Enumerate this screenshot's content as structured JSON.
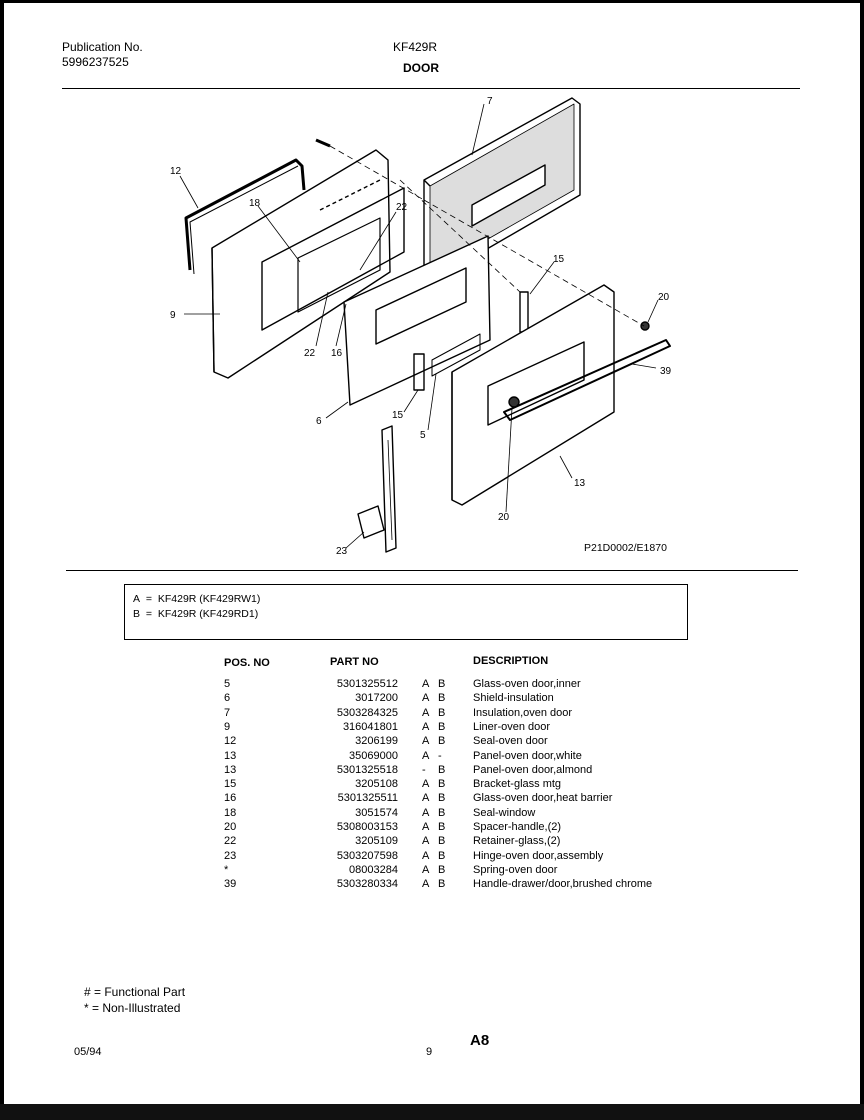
{
  "header": {
    "publication_label": "Publication No.",
    "publication_number": "5996237525",
    "model": "KF429R",
    "section": "DOOR"
  },
  "diagram": {
    "reference": "P21D0002/E1870",
    "callouts": [
      "7",
      "12",
      "18",
      "22",
      "15",
      "20",
      "9",
      "22",
      "16",
      "39",
      "6",
      "15",
      "5",
      "13",
      "20",
      "23"
    ]
  },
  "legend": [
    {
      "key": "A",
      "eq": "=",
      "text": "KF429R (KF429RW1)"
    },
    {
      "key": "B",
      "eq": "=",
      "text": "KF429R (KF429RD1)"
    }
  ],
  "table": {
    "headers": {
      "pos": "POS. NO",
      "part": "PART NO",
      "desc": "DESCRIPTION"
    },
    "rows": [
      {
        "pos": "5",
        "part": "5301325512",
        "a": "A",
        "b": "B",
        "desc": "Glass-oven door,inner"
      },
      {
        "pos": "6",
        "part": "3017200",
        "a": "A",
        "b": "B",
        "desc": "Shield-insulation"
      },
      {
        "pos": "7",
        "part": "5303284325",
        "a": "A",
        "b": "B",
        "desc": "Insulation,oven door"
      },
      {
        "pos": "9",
        "part": "316041801",
        "a": "A",
        "b": "B",
        "desc": "Liner-oven door"
      },
      {
        "pos": "12",
        "part": "3206199",
        "a": "A",
        "b": "B",
        "desc": "Seal-oven door"
      },
      {
        "pos": "13",
        "part": "35069000",
        "a": "A",
        "b": "-",
        "desc": "Panel-oven door,white"
      },
      {
        "pos": "13",
        "part": "5301325518",
        "a": "-",
        "b": "B",
        "desc": "Panel-oven door,almond"
      },
      {
        "pos": "15",
        "part": "3205108",
        "a": "A",
        "b": "B",
        "desc": "Bracket-glass mtg"
      },
      {
        "pos": "16",
        "part": "5301325511",
        "a": "A",
        "b": "B",
        "desc": "Glass-oven door,heat barrier"
      },
      {
        "pos": "18",
        "part": "3051574",
        "a": "A",
        "b": "B",
        "desc": "Seal-window"
      },
      {
        "pos": "20",
        "part": "5308003153",
        "a": "A",
        "b": "B",
        "desc": "Spacer-handle,(2)"
      },
      {
        "pos": "22",
        "part": "3205109",
        "a": "A",
        "b": "B",
        "desc": "Retainer-glass,(2)"
      },
      {
        "pos": "23",
        "part": "5303207598",
        "a": "A",
        "b": "B",
        "desc": "Hinge-oven door,assembly"
      },
      {
        "pos": "*",
        "part": "08003284",
        "a": "A",
        "b": "B",
        "desc": "Spring-oven door"
      },
      {
        "pos": "39",
        "part": "5303280334",
        "a": "A",
        "b": "B",
        "desc": "Handle-drawer/door,brushed chrome"
      }
    ]
  },
  "notes": {
    "functional": "# = Functional Part",
    "non_illustrated": "* = Non-Illustrated"
  },
  "footer": {
    "date": "05/94",
    "page": "9",
    "code": "A8"
  }
}
